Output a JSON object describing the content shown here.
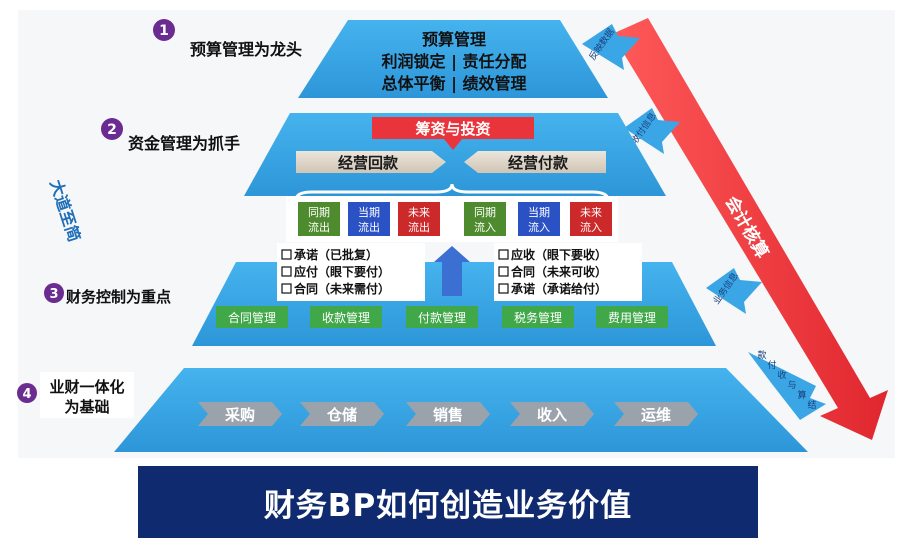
{
  "levels": [
    {
      "num": "1",
      "label": "预算管理为龙头"
    },
    {
      "num": "2",
      "label": "资金管理为抓手"
    },
    {
      "num": "3",
      "label": "财务控制为重点"
    },
    {
      "num": "4",
      "label_line1": "业财一体化",
      "label_line2": "为基础"
    }
  ],
  "side_text": "大道至简",
  "top": {
    "line1": "预算管理",
    "line2": "利润锁定 | 责任分配",
    "line3": "总体平衡 | 绩效管理"
  },
  "capital": {
    "financing": "筹资与投资",
    "receipts": "经营回款",
    "payments": "经营付款",
    "outflows": [
      {
        "l1": "同期",
        "l2": "流出",
        "color": "#4e8a2e"
      },
      {
        "l1": "当期",
        "l2": "流出",
        "color": "#2b52c4"
      },
      {
        "l1": "未来",
        "l2": "流出",
        "color": "#cc2a2a"
      }
    ],
    "inflows": [
      {
        "l1": "同期",
        "l2": "流入",
        "color": "#4e8a2e"
      },
      {
        "l1": "当期",
        "l2": "流入",
        "color": "#2b52c4"
      },
      {
        "l1": "未来",
        "l2": "流入",
        "color": "#cc2a2a"
      }
    ]
  },
  "control": {
    "left_items": [
      "承诺（已批复）",
      "应付（眼下要付）",
      "合同（未来需付）"
    ],
    "right_items": [
      "应收（眼下要收）",
      "合同（未来可收）",
      "承诺（承诺给付）"
    ],
    "modules": [
      "合同管理",
      "收款管理",
      "付款管理",
      "税务管理",
      "费用管理"
    ]
  },
  "base": {
    "processes": [
      "采购",
      "仓储",
      "销售",
      "收入",
      "运维"
    ]
  },
  "accounting": {
    "label": "会计核算",
    "arrow1": "反映数据",
    "arrow2": "收付信息",
    "arrow3": "业务信息",
    "arrow4_chars": [
      "款",
      "付",
      "收",
      "与",
      "算",
      "结"
    ]
  },
  "banner": "财务BP如何创造业务价值",
  "colors": {
    "pyramid": "#3aa6e6",
    "pyramid_dark": "#2a8fd0",
    "accent_red": "#e8343a",
    "banner": "#0f2a6e",
    "badge": "#6b2c91",
    "box_grey": "#d8cfc2"
  }
}
